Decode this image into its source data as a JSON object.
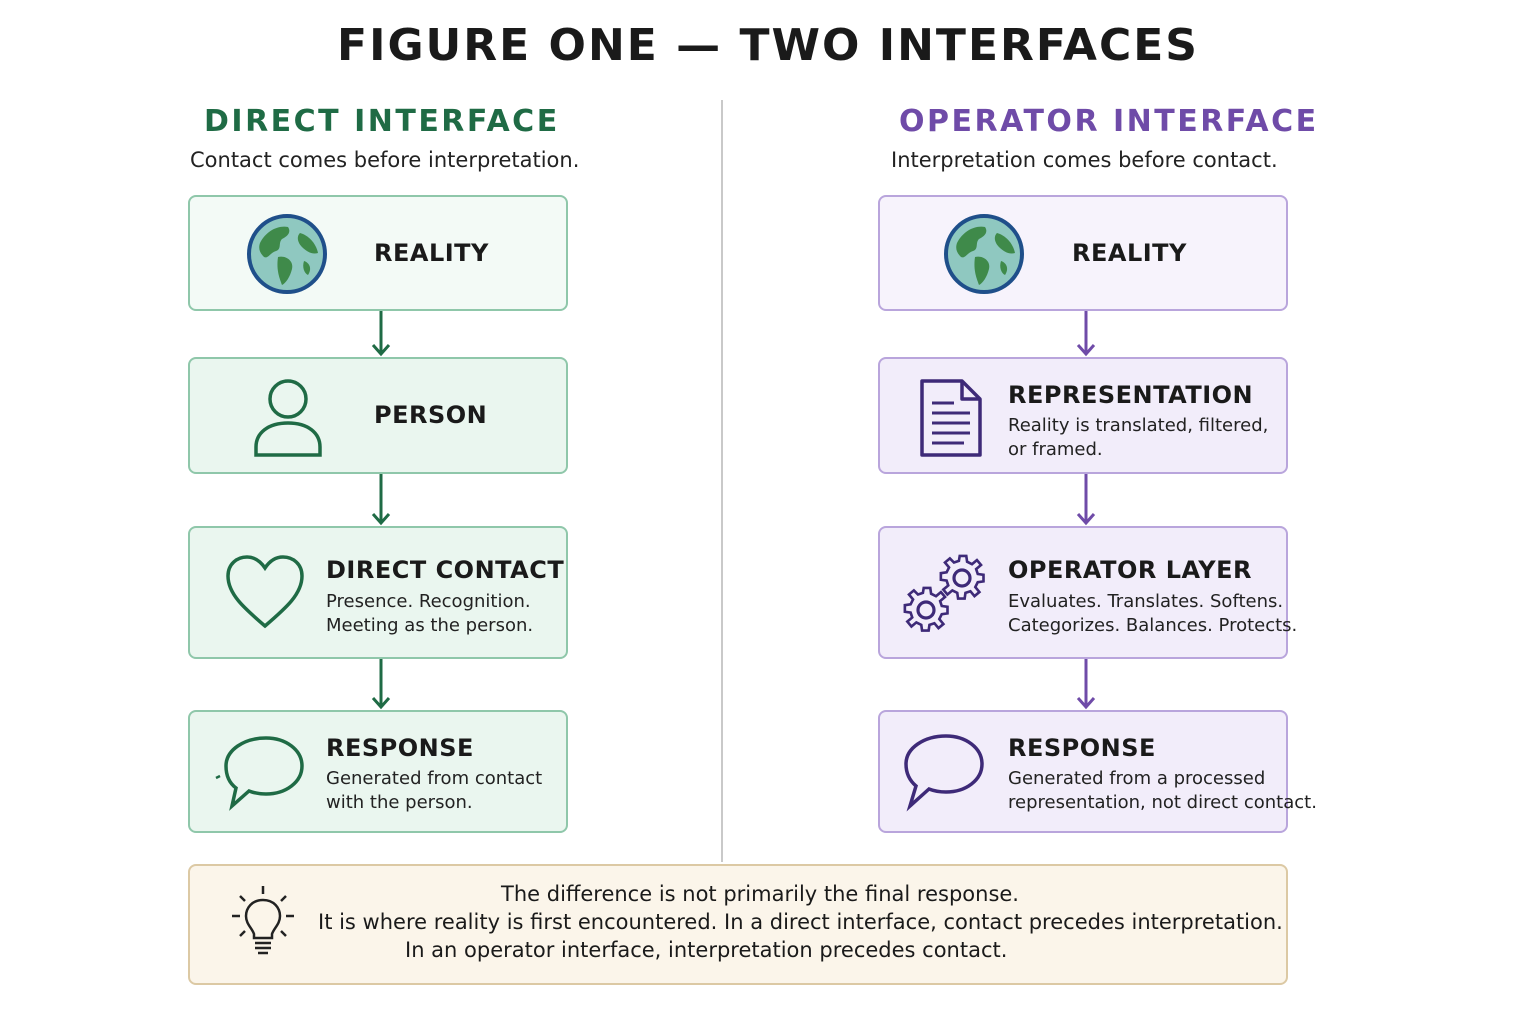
{
  "title": "FIGURE ONE — TWO INTERFACES",
  "colors": {
    "green": "#1f6b45",
    "purple": "#6f4ba8",
    "green_box": "#eaf6ef",
    "purple_box": "#f2edfa",
    "note_box": "#fbf5ea"
  },
  "left": {
    "heading": "DIRECT INTERFACE",
    "subtitle": "Contact comes before interpretation.",
    "boxes": [
      {
        "label": "REALITY",
        "icon": "globe-icon"
      },
      {
        "label": "PERSON",
        "icon": "person-icon"
      },
      {
        "label": "DIRECT CONTACT",
        "icon": "heart-icon",
        "desc": [
          "Presence. Recognition.",
          "Meeting as the person."
        ]
      },
      {
        "label": "RESPONSE",
        "icon": "speech-bubble-icon",
        "desc": [
          "Generated from contact",
          "with the person."
        ]
      }
    ]
  },
  "right": {
    "heading": "OPERATOR INTERFACE",
    "subtitle": "Interpretation comes before contact.",
    "boxes": [
      {
        "label": "REALITY",
        "icon": "globe-icon"
      },
      {
        "label": "REPRESENTATION",
        "icon": "document-icon",
        "desc": [
          "Reality is translated, filtered,",
          "or framed."
        ]
      },
      {
        "label": "OPERATOR LAYER",
        "icon": "gears-icon",
        "desc": [
          "Evaluates. Translates. Softens.",
          "Categorizes. Balances. Protects."
        ]
      },
      {
        "label": "RESPONSE",
        "icon": "speech-bubble-icon",
        "desc": [
          "Generated from a processed",
          "representation, not direct contact."
        ]
      }
    ]
  },
  "note": {
    "icon": "lightbulb-icon",
    "lines": [
      "The difference is not primarily the final response.",
      "It is where reality is first encountered. In a direct interface, contact precedes interpretation.",
      "In an operator interface, interpretation precedes contact."
    ]
  }
}
